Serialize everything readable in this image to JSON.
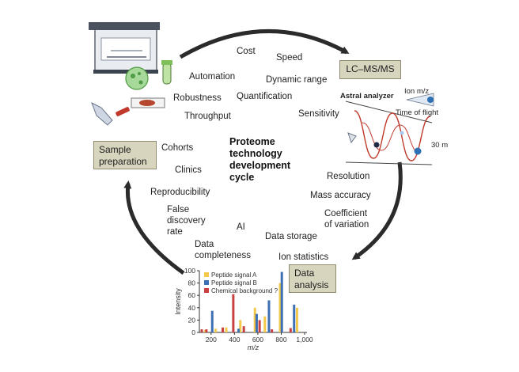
{
  "cycle": {
    "title": "Proteome\ntechnology\ndevelopment\ncycle"
  },
  "stages": {
    "lcms": "LC–MS/MS",
    "sample_prep": "Sample\npreparation",
    "data_analysis": "Data\nanalysis"
  },
  "terms": {
    "cost": "Cost",
    "speed": "Speed",
    "automation": "Automation",
    "dynamic_range": "Dynamic range",
    "robustness": "Robustness",
    "quantification": "Quantification",
    "throughput": "Throughput",
    "sensitivity": "Sensitivity",
    "cohorts": "Cohorts",
    "clinics": "Clinics",
    "reproducibility": "Reproducibility",
    "resolution": "Resolution",
    "mass_accuracy": "Mass accuracy",
    "cv": "Coefficient\nof variation",
    "fdr": "False\ndiscovery\nrate",
    "ai": "AI",
    "data_storage": "Data storage",
    "data_completeness": "Data\ncompleteness",
    "ion_statistics": "Ion statistics"
  },
  "analyzer": {
    "title": "Astral analyzer",
    "ion_mz": "Ion m/z",
    "time_of_flight": "Time of flight",
    "path_length": "30 m"
  },
  "colors": {
    "arrow": "#2b2b2b",
    "stage_fill": "#d8d5bf",
    "peptide_a": "#f2c94c",
    "peptide_b": "#3d6fb4",
    "chemical_background": "#c94040",
    "orbit_line": "#c0392b"
  },
  "chart_data": {
    "type": "bar",
    "xlabel": "m/z",
    "ylabel": "Intensity",
    "xlim": [
      100,
      1020
    ],
    "ylim": [
      0,
      100
    ],
    "x_ticks": [
      {
        "value": 200,
        "label": "200"
      },
      {
        "value": 400,
        "label": "400"
      },
      {
        "value": 600,
        "label": "600"
      },
      {
        "value": 800,
        "label": "800"
      },
      {
        "value": 1000,
        "label": "1,000"
      }
    ],
    "y_ticks": [
      0,
      20,
      40,
      60,
      80,
      100
    ],
    "legend_position": "top-left",
    "series": [
      {
        "name": "Peptide signal A",
        "color": "#f2c94c",
        "x": [
          150,
          240,
          330,
          450,
          575,
          660,
          790,
          935
        ],
        "y": [
          4,
          6,
          8,
          20,
          40,
          26,
          80,
          40
        ]
      },
      {
        "name": "Peptide signal B",
        "color": "#3d6fb4",
        "x": [
          210,
          435,
          590,
          695,
          805,
          910
        ],
        "y": [
          35,
          6,
          30,
          52,
          98,
          45
        ]
      },
      {
        "name": "Chemical background ?",
        "color": "#c94040",
        "x": [
          120,
          160,
          300,
          390,
          480,
          615,
          720,
          880
        ],
        "y": [
          5,
          5,
          8,
          62,
          10,
          20,
          5,
          7
        ]
      }
    ]
  }
}
